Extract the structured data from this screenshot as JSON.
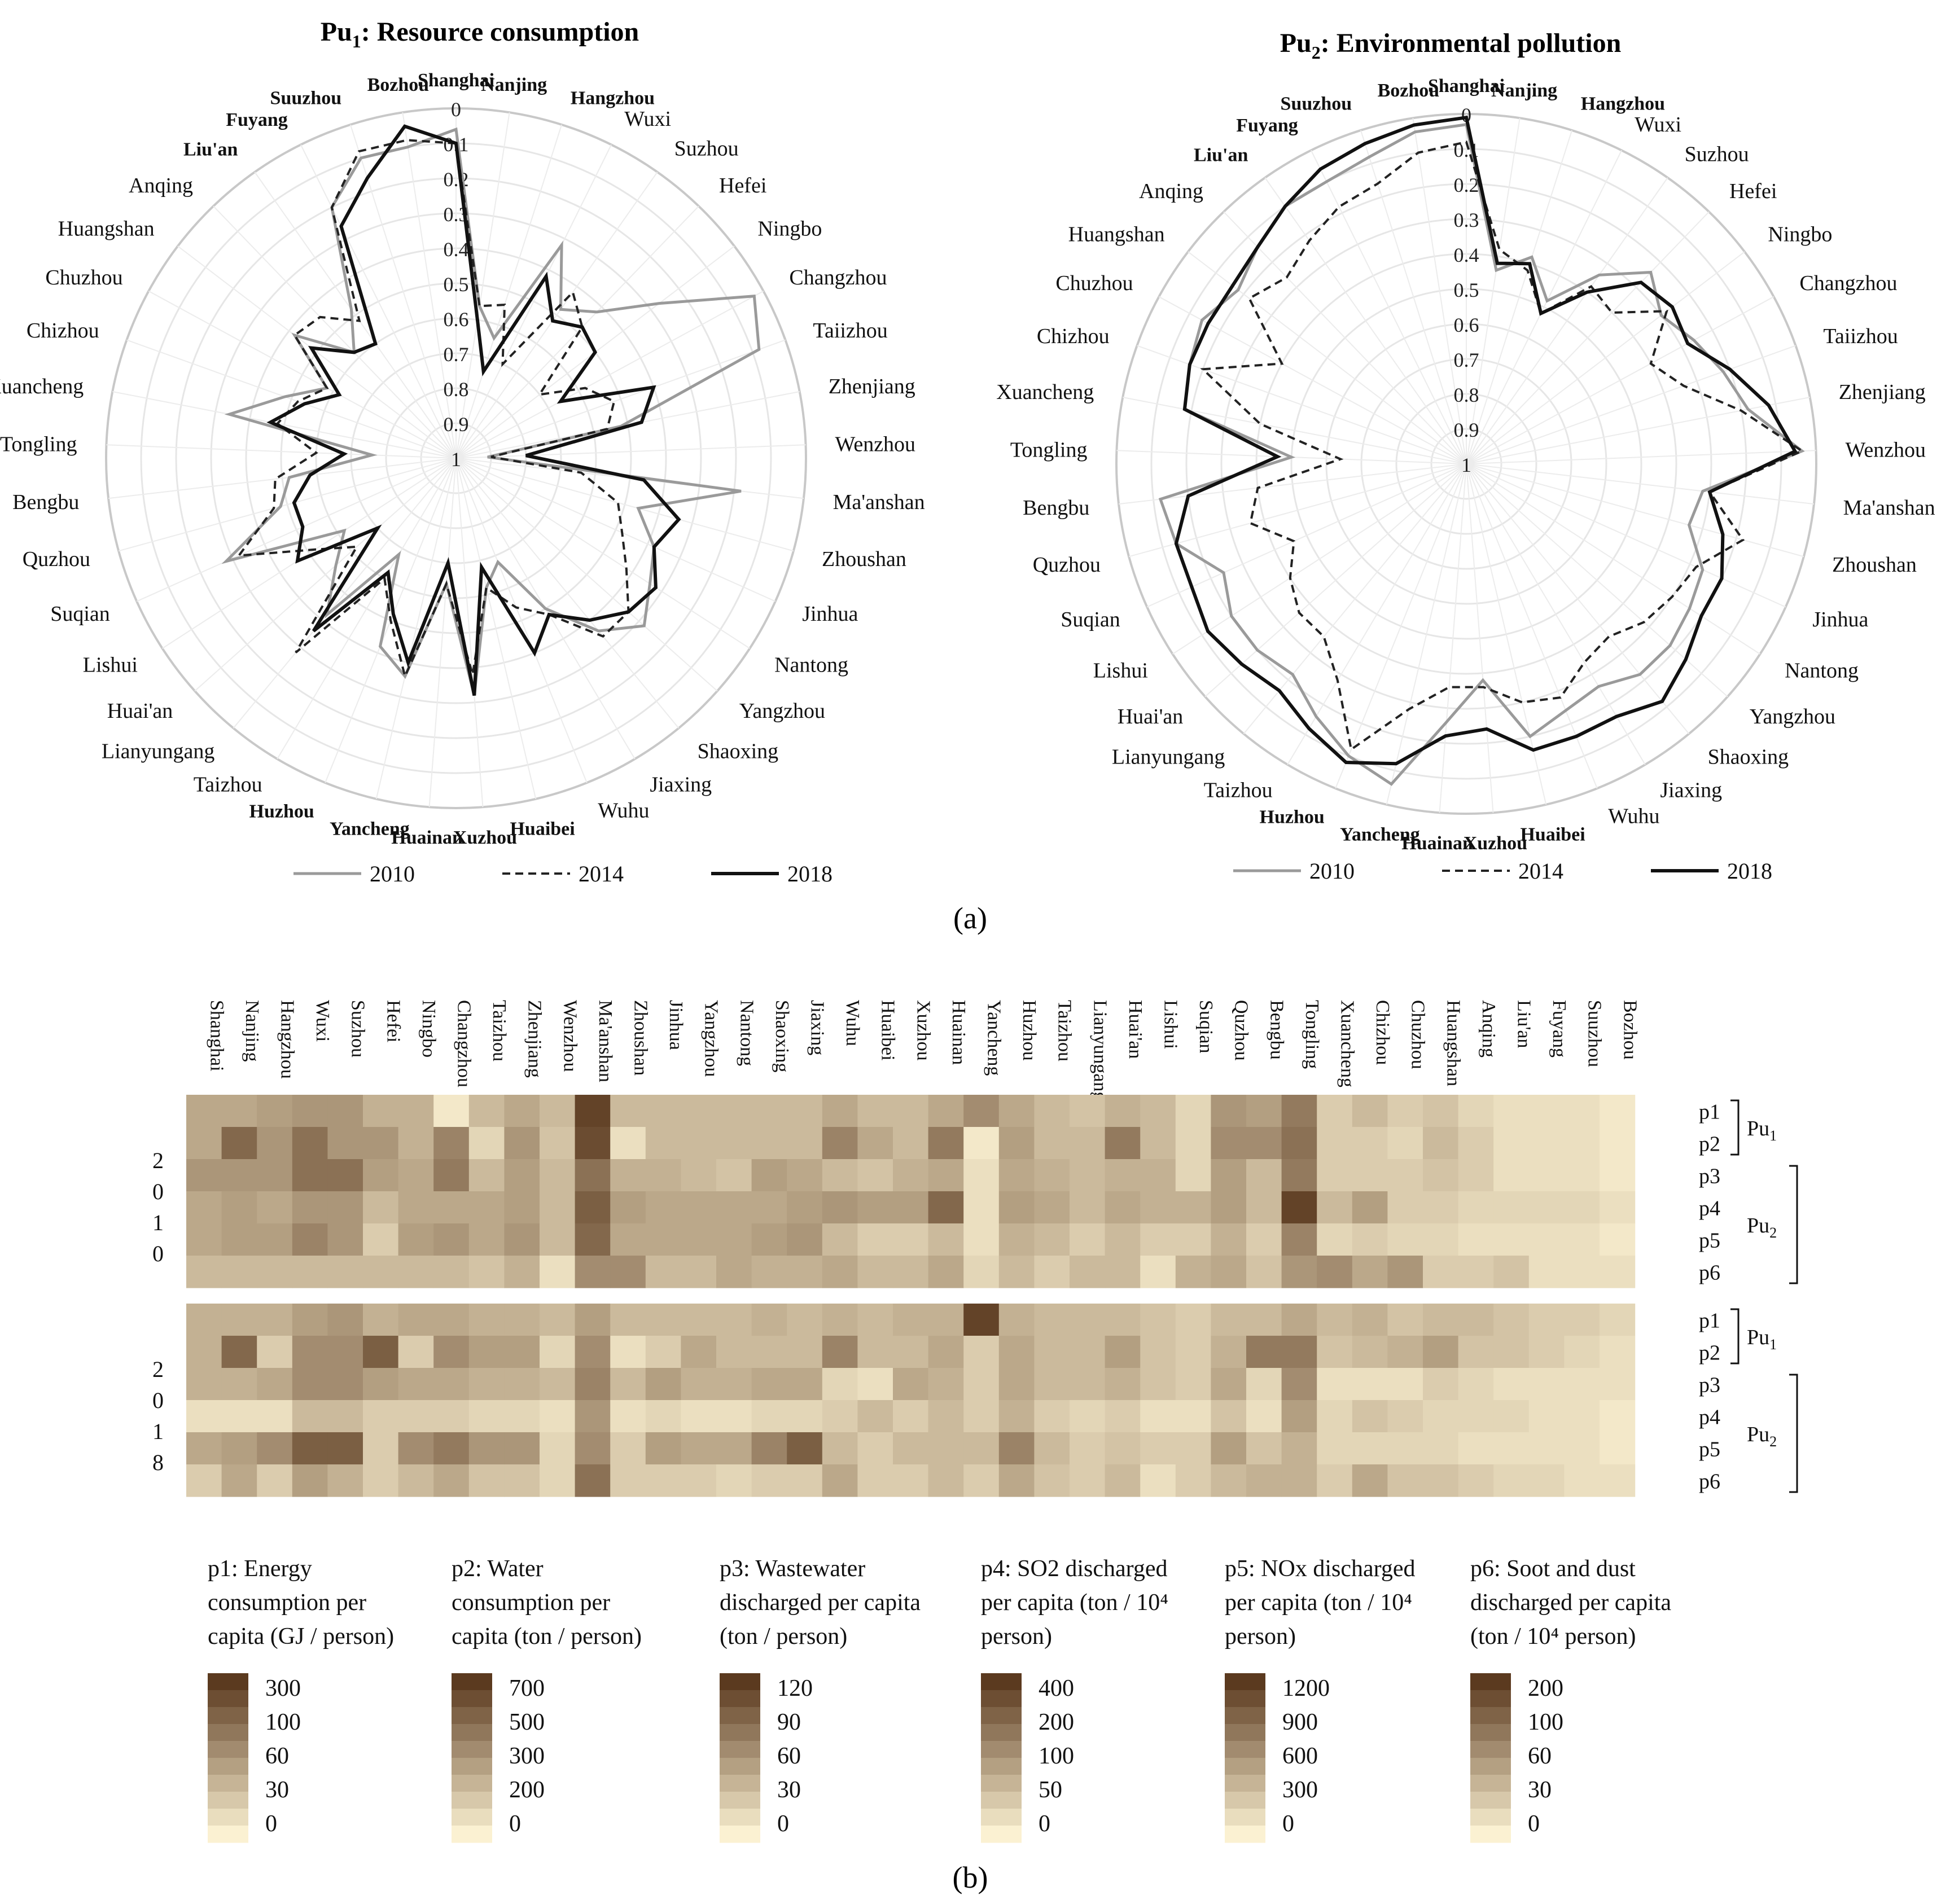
{
  "cities": [
    "Shanghai",
    "Nanjing",
    "Hangzhou",
    "Wuxi",
    "Suzhou",
    "Hefei",
    "Ningbo",
    "Changzhou",
    "Taiizhou",
    "Zhenjiang",
    "Wenzhou",
    "Ma'anshan",
    "Zhoushan",
    "Jinhua",
    "Nantong",
    "Yangzhou",
    "Shaoxing",
    "Jiaxing",
    "Wuhu",
    "Huaibei",
    "Xuzhou",
    "Huainan",
    "Yancheng",
    "Huzhou",
    "Taizhou",
    "Lianyungang",
    "Huai'an",
    "Lishui",
    "Suqian",
    "Quzhou",
    "Bengbu",
    "Tongling",
    "Xuancheng",
    "Chizhou",
    "Chuzhou",
    "Huangshan",
    "Anqing",
    "Liu'an",
    "Fuyang",
    "Suuzhou",
    "Bozhou"
  ],
  "heatmap_cities": [
    "Shanghai",
    "Nanjing",
    "Hangzhou",
    "Wuxi",
    "Suzhou",
    "Hefei",
    "Ningbo",
    "Changzhou",
    "Taizhou",
    "Zhenjiang",
    "Wenzhou",
    "Ma'anshan",
    "Zhoushan",
    "Jinhua",
    "Yangzhou",
    "Nantong",
    "Shaoxing",
    "Jiaxing",
    "Wuhu",
    "Huaibei",
    "Xuzhou",
    "Huainan",
    "Yancheng",
    "Huzhou",
    "Taizhou",
    "Lianyungang",
    "Huai'an",
    "Lishui",
    "Suqian",
    "Quzhou",
    "Bengbu",
    "Tongling",
    "Xuancheng",
    "Chizhou",
    "Chuzhou",
    "Huangshan",
    "Anqing",
    "Liu'an",
    "Fuyang",
    "Suuzhou",
    "Bozhou"
  ],
  "panel_a": {
    "label": "(a)",
    "radar_ticks": [
      "0",
      "0.1",
      "0.2",
      "0.3",
      "0.4",
      "0.5",
      "0.6",
      "0.7",
      "0.8",
      "0.9",
      "1"
    ],
    "legend": [
      "2010",
      "2014",
      "2018"
    ]
  },
  "panel_b": {
    "label": "(b)",
    "block_years": [
      [
        "2",
        "0",
        "1",
        "0"
      ],
      [
        "2",
        "0",
        "1",
        "8"
      ]
    ],
    "row_labels": [
      "p1",
      "p2",
      "p3",
      "p4",
      "p5",
      "p6"
    ],
    "groups": [
      "Pu1",
      "Pu2"
    ],
    "legends": [
      {
        "title": [
          "p1: Energy",
          "consumption per",
          "capita (GJ / person)"
        ],
        "ticks": [
          "300",
          "100",
          "60",
          "30",
          "0"
        ]
      },
      {
        "title": [
          "p2: Water",
          "consumption per",
          "capita (ton / person)"
        ],
        "ticks": [
          "700",
          "500",
          "300",
          "200",
          "0"
        ]
      },
      {
        "title": [
          "p3: Wastewater",
          "discharged per capita",
          "(ton / person)"
        ],
        "ticks": [
          "120",
          "90",
          "60",
          "30",
          "0"
        ]
      },
      {
        "title": [
          "p4: SO2 discharged",
          "per capita (ton / 10⁴",
          "person)"
        ],
        "ticks": [
          "400",
          "200",
          "100",
          "50",
          "0"
        ]
      },
      {
        "title": [
          "p5: NOx discharged",
          "per capita (ton / 10⁴",
          "person)"
        ],
        "ticks": [
          "1200",
          "900",
          "600",
          "300",
          "0"
        ]
      },
      {
        "title": [
          "p6: Soot and dust",
          "discharged per capita",
          "(ton / 10⁴ person)"
        ],
        "ticks": [
          "200",
          "100",
          "60",
          "30",
          "0"
        ]
      }
    ]
  },
  "chart_data": [
    {
      "type": "radar",
      "title": "Pu1: Resource consumption",
      "title_main": "Pu",
      "title_sub": "1",
      "title_rest": ": Resource consumption",
      "axis_range": [
        0,
        1
      ],
      "axis_direction": "0 at outer ring, 1 at centre",
      "series": [
        {
          "name": "2010",
          "values": [
            0.06,
            0.56,
            0.64,
            0.32,
            0.48,
            0.42,
            0.27,
            0.03,
            0.08,
            0.52,
            0.91,
            0.18,
            0.46,
            0.38,
            0.34,
            0.28,
            0.36,
            0.5,
            0.68,
            0.62,
            0.32,
            0.64,
            0.36,
            0.42,
            0.68,
            0.42,
            0.54,
            0.62,
            0.28,
            0.48,
            0.52,
            0.76,
            0.34,
            0.48,
            0.58,
            0.42,
            0.58,
            0.48,
            0.2,
            0.1,
            0.1
          ]
        },
        {
          "name": "2014",
          "values": [
            0.1,
            0.56,
            0.54,
            0.7,
            0.42,
            0.48,
            0.7,
            0.58,
            0.52,
            0.56,
            0.9,
            0.64,
            0.52,
            0.48,
            0.42,
            0.34,
            0.34,
            0.48,
            0.54,
            0.62,
            0.38,
            0.64,
            0.36,
            0.5,
            0.6,
            0.28,
            0.62,
            0.52,
            0.32,
            0.46,
            0.48,
            0.6,
            0.48,
            0.52,
            0.58,
            0.42,
            0.44,
            0.52,
            0.2,
            0.08,
            0.08
          ]
        },
        {
          "name": "2018",
          "values": [
            0.1,
            0.6,
            0.74,
            0.42,
            0.52,
            0.48,
            0.5,
            0.66,
            0.4,
            0.46,
            0.8,
            0.46,
            0.34,
            0.38,
            0.32,
            0.34,
            0.4,
            0.48,
            0.4,
            0.68,
            0.32,
            0.7,
            0.4,
            0.52,
            0.62,
            0.36,
            0.7,
            0.46,
            0.52,
            0.52,
            0.58,
            0.68,
            0.46,
            0.54,
            0.62,
            0.48,
            0.58,
            0.6,
            0.26,
            0.16,
            0.04
          ]
        }
      ]
    },
    {
      "type": "radar",
      "title": "Pu2: Environmental pollution",
      "title_main": "Pu",
      "title_sub": "2",
      "title_rest": ": Environmental pollution",
      "axis_range": [
        0,
        1
      ],
      "axis_direction": "0 at outer ring, 1 at centre",
      "series": [
        {
          "name": "2010",
          "values": [
            0.03,
            0.44,
            0.38,
            0.48,
            0.34,
            0.24,
            0.3,
            0.26,
            0.22,
            0.18,
            0.04,
            0.32,
            0.34,
            0.26,
            0.24,
            0.22,
            0.22,
            0.26,
            0.24,
            0.2,
            0.38,
            0.26,
            0.06,
            0.1,
            0.16,
            0.22,
            0.2,
            0.2,
            0.24,
            0.14,
            0.12,
            0.5,
            0.18,
            0.16,
            0.14,
            0.18,
            0.14,
            0.1,
            0.1,
            0.08,
            0.04
          ]
        },
        {
          "name": "2014",
          "values": [
            0.08,
            0.38,
            0.42,
            0.52,
            0.38,
            0.4,
            0.28,
            0.4,
            0.34,
            0.2,
            0.04,
            0.3,
            0.18,
            0.28,
            0.3,
            0.32,
            0.36,
            0.34,
            0.28,
            0.3,
            0.36,
            0.36,
            0.28,
            0.12,
            0.28,
            0.36,
            0.36,
            0.4,
            0.46,
            0.36,
            0.4,
            0.64,
            0.4,
            0.2,
            0.4,
            0.22,
            0.26,
            0.22,
            0.18,
            0.16,
            0.1
          ]
        },
        {
          "name": "2018",
          "values": [
            0.01,
            0.42,
            0.4,
            0.52,
            0.4,
            0.28,
            0.26,
            0.28,
            0.2,
            0.12,
            0.06,
            0.3,
            0.24,
            0.2,
            0.2,
            0.16,
            0.12,
            0.16,
            0.16,
            0.16,
            0.24,
            0.22,
            0.12,
            0.08,
            0.12,
            0.16,
            0.14,
            0.12,
            0.14,
            0.14,
            0.2,
            0.46,
            0.18,
            0.16,
            0.16,
            0.16,
            0.14,
            0.1,
            0.06,
            0.04,
            0.02
          ]
        }
      ]
    },
    {
      "type": "heatmap",
      "title": "",
      "blocks": [
        {
          "year": "2010",
          "rows": [
            [
              0.4,
              0.4,
              0.45,
              0.5,
              0.5,
              0.35,
              0.35,
              0.05,
              0.3,
              0.4,
              0.3,
              0.95,
              0.3,
              0.3,
              0.3,
              0.3,
              0.3,
              0.3,
              0.4,
              0.3,
              0.3,
              0.4,
              0.55,
              0.4,
              0.3,
              0.25,
              0.35,
              0.3,
              0.15,
              0.5,
              0.45,
              0.65,
              0.2,
              0.3,
              0.2,
              0.25,
              0.15,
              0.1,
              0.1,
              0.1,
              0.05
            ],
            [
              0.4,
              0.75,
              0.5,
              0.7,
              0.5,
              0.5,
              0.35,
              0.6,
              0.15,
              0.5,
              0.25,
              0.9,
              0.1,
              0.3,
              0.3,
              0.3,
              0.3,
              0.3,
              0.6,
              0.4,
              0.3,
              0.65,
              0.05,
              0.45,
              0.3,
              0.3,
              0.65,
              0.3,
              0.15,
              0.55,
              0.55,
              0.7,
              0.2,
              0.2,
              0.15,
              0.3,
              0.2,
              0.1,
              0.1,
              0.1,
              0.05
            ],
            [
              0.5,
              0.5,
              0.5,
              0.7,
              0.7,
              0.45,
              0.4,
              0.65,
              0.3,
              0.45,
              0.3,
              0.7,
              0.35,
              0.35,
              0.3,
              0.25,
              0.45,
              0.4,
              0.3,
              0.25,
              0.35,
              0.4,
              0.1,
              0.4,
              0.35,
              0.3,
              0.35,
              0.35,
              0.15,
              0.45,
              0.3,
              0.65,
              0.2,
              0.2,
              0.2,
              0.25,
              0.2,
              0.1,
              0.1,
              0.1,
              0.05
            ],
            [
              0.4,
              0.45,
              0.4,
              0.5,
              0.5,
              0.3,
              0.4,
              0.4,
              0.4,
              0.45,
              0.3,
              0.8,
              0.45,
              0.4,
              0.4,
              0.4,
              0.4,
              0.45,
              0.5,
              0.45,
              0.45,
              0.75,
              0.1,
              0.45,
              0.4,
              0.3,
              0.4,
              0.35,
              0.35,
              0.45,
              0.3,
              0.95,
              0.3,
              0.45,
              0.2,
              0.2,
              0.15,
              0.15,
              0.15,
              0.15,
              0.1
            ],
            [
              0.4,
              0.45,
              0.45,
              0.6,
              0.5,
              0.2,
              0.45,
              0.5,
              0.4,
              0.5,
              0.3,
              0.75,
              0.4,
              0.4,
              0.4,
              0.4,
              0.45,
              0.5,
              0.3,
              0.2,
              0.2,
              0.3,
              0.1,
              0.35,
              0.3,
              0.2,
              0.3,
              0.2,
              0.2,
              0.35,
              0.2,
              0.6,
              0.15,
              0.2,
              0.15,
              0.15,
              0.1,
              0.1,
              0.1,
              0.1,
              0.05
            ],
            [
              0.3,
              0.3,
              0.3,
              0.3,
              0.3,
              0.3,
              0.3,
              0.3,
              0.25,
              0.35,
              0.1,
              0.55,
              0.55,
              0.3,
              0.3,
              0.4,
              0.35,
              0.35,
              0.4,
              0.3,
              0.3,
              0.4,
              0.15,
              0.3,
              0.2,
              0.3,
              0.3,
              0.1,
              0.35,
              0.4,
              0.25,
              0.5,
              0.55,
              0.4,
              0.5,
              0.2,
              0.2,
              0.25,
              0.1,
              0.1,
              0.1
            ]
          ]
        },
        {
          "year": "2018",
          "rows": [
            [
              0.35,
              0.35,
              0.35,
              0.45,
              0.5,
              0.35,
              0.4,
              0.4,
              0.35,
              0.35,
              0.3,
              0.45,
              0.3,
              0.3,
              0.3,
              0.3,
              0.35,
              0.3,
              0.35,
              0.3,
              0.35,
              0.35,
              0.95,
              0.35,
              0.3,
              0.3,
              0.3,
              0.25,
              0.2,
              0.3,
              0.3,
              0.4,
              0.3,
              0.35,
              0.25,
              0.3,
              0.3,
              0.25,
              0.2,
              0.2,
              0.15
            ],
            [
              0.35,
              0.75,
              0.2,
              0.55,
              0.55,
              0.8,
              0.2,
              0.55,
              0.45,
              0.45,
              0.15,
              0.55,
              0.1,
              0.2,
              0.4,
              0.3,
              0.3,
              0.3,
              0.6,
              0.3,
              0.3,
              0.4,
              0.2,
              0.4,
              0.3,
              0.3,
              0.45,
              0.25,
              0.2,
              0.35,
              0.65,
              0.65,
              0.25,
              0.3,
              0.35,
              0.45,
              0.25,
              0.25,
              0.2,
              0.15,
              0.1
            ],
            [
              0.35,
              0.35,
              0.4,
              0.55,
              0.55,
              0.45,
              0.4,
              0.4,
              0.35,
              0.35,
              0.3,
              0.6,
              0.3,
              0.45,
              0.35,
              0.35,
              0.4,
              0.4,
              0.15,
              0.1,
              0.4,
              0.35,
              0.2,
              0.4,
              0.3,
              0.3,
              0.35,
              0.25,
              0.2,
              0.4,
              0.15,
              0.55,
              0.1,
              0.1,
              0.1,
              0.2,
              0.15,
              0.1,
              0.1,
              0.1,
              0.1
            ],
            [
              0.1,
              0.1,
              0.1,
              0.3,
              0.3,
              0.2,
              0.2,
              0.2,
              0.15,
              0.15,
              0.1,
              0.5,
              0.1,
              0.15,
              0.1,
              0.1,
              0.15,
              0.15,
              0.2,
              0.3,
              0.2,
              0.3,
              0.2,
              0.35,
              0.2,
              0.15,
              0.2,
              0.1,
              0.1,
              0.25,
              0.1,
              0.45,
              0.15,
              0.25,
              0.2,
              0.15,
              0.15,
              0.15,
              0.1,
              0.1,
              0.05
            ],
            [
              0.4,
              0.45,
              0.55,
              0.8,
              0.8,
              0.2,
              0.55,
              0.65,
              0.5,
              0.5,
              0.15,
              0.55,
              0.2,
              0.45,
              0.4,
              0.4,
              0.6,
              0.8,
              0.3,
              0.2,
              0.3,
              0.3,
              0.3,
              0.6,
              0.3,
              0.2,
              0.25,
              0.2,
              0.2,
              0.45,
              0.25,
              0.35,
              0.15,
              0.15,
              0.15,
              0.15,
              0.1,
              0.1,
              0.1,
              0.1,
              0.05
            ],
            [
              0.2,
              0.4,
              0.2,
              0.45,
              0.35,
              0.2,
              0.3,
              0.4,
              0.25,
              0.25,
              0.15,
              0.7,
              0.2,
              0.2,
              0.2,
              0.15,
              0.2,
              0.2,
              0.4,
              0.2,
              0.2,
              0.3,
              0.2,
              0.4,
              0.25,
              0.2,
              0.3,
              0.1,
              0.2,
              0.3,
              0.35,
              0.35,
              0.2,
              0.4,
              0.25,
              0.25,
              0.2,
              0.15,
              0.15,
              0.1,
              0.1
            ]
          ]
        }
      ],
      "colors": {
        "low": "#fbf1d2",
        "high": "#5b3a1f"
      }
    }
  ]
}
